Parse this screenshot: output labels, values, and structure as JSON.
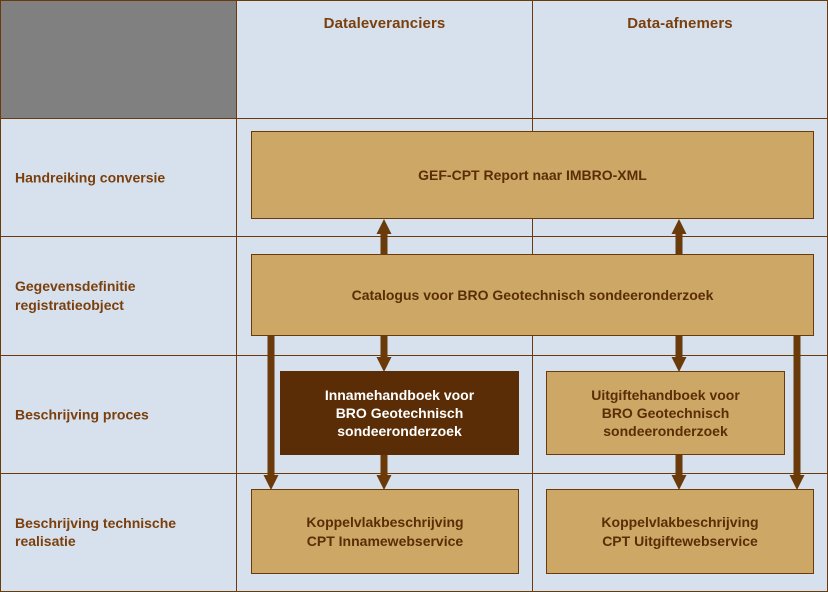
{
  "diagram": {
    "corner_cell": "",
    "columns": [
      {
        "id": "dataleveranciers",
        "label": "Dataleveranciers"
      },
      {
        "id": "data-afnemers",
        "label": "Data-afnemers"
      }
    ],
    "rows": [
      {
        "id": "handreiking-conversie",
        "label": "Handreiking conversie"
      },
      {
        "id": "gegevensdefinitie-registratieobject",
        "label": "Gegevensdefinitie registratieobject"
      },
      {
        "id": "beschrijving-proces",
        "label": "Beschrijving proces"
      },
      {
        "id": "beschrijving-technische-realisatie",
        "label": "Beschrijving technische realisatie"
      }
    ],
    "nodes": {
      "gef_cpt": "GEF-CPT Report naar IMBRO-XML",
      "catalogus": "Catalogus voor BRO Geotechnisch sondeeronderzoek",
      "innamehandboek": "Innamehandboek voor\nBRO Geotechnisch\nsondeeronderzoek",
      "uitgiftehandboek": "Uitgiftehandboek voor\nBRO Geotechnisch\nsondeeronderzoek",
      "koppelvlak_inname": "Koppelvlakbeschrijving\nCPT Innamewebservice",
      "koppelvlak_uitgifte": "Koppelvlakbeschrijving\nCPT Uitgiftewebservice"
    },
    "colors": {
      "background": "#D6E1ED",
      "corner": "#808080",
      "node_fill": "#CCA765",
      "node_accent": "#5B2D06",
      "border": "#6B3A0B",
      "text": "#7A3F0C",
      "text_inverse": "#FFFFFF",
      "arrow": "#6B3A0B"
    }
  }
}
